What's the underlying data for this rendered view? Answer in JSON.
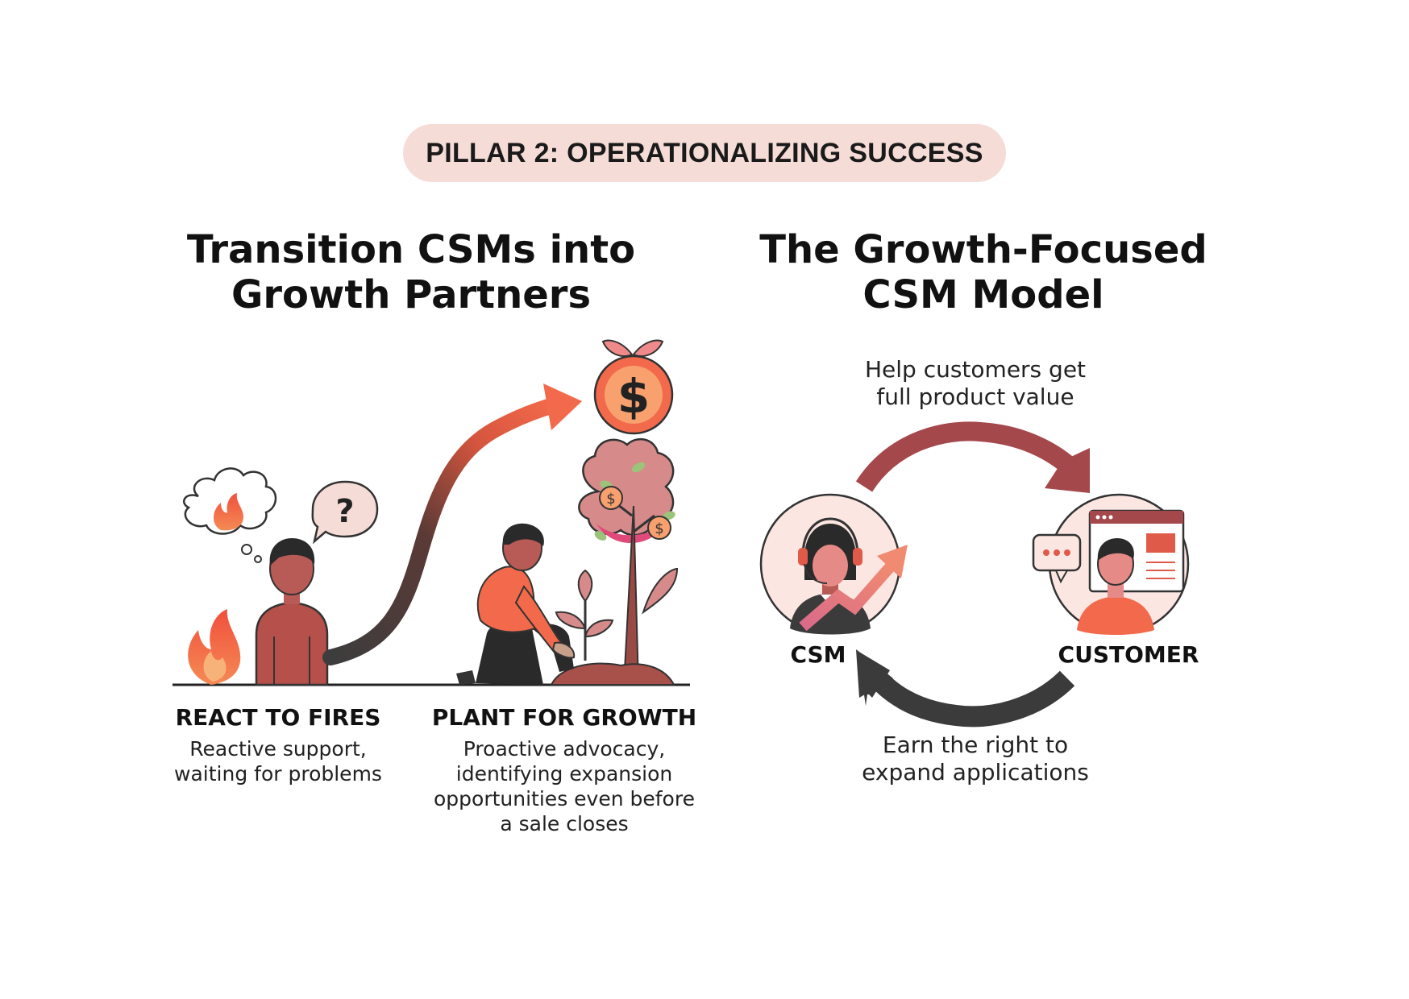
{
  "pillar_label": "PILLAR 2: OPERATIONALIZING SUCCESS",
  "left": {
    "heading_line1": "Transition CSMs into",
    "heading_line2": "Growth Partners",
    "react": {
      "title": "REACT TO FIRES",
      "desc_line1": "Reactive support,",
      "desc_line2": "waiting for problems"
    },
    "plant": {
      "title": "PLANT FOR GROWTH",
      "desc_line1": "Proactive advocacy,",
      "desc_line2": "identifying expansion",
      "desc_line3": "opportunities even before",
      "desc_line4": "a sale closes"
    },
    "question_mark": "?",
    "dollar_sign": "$"
  },
  "right": {
    "heading_line1": "The Growth-Focused",
    "heading_line2": "CSM Model",
    "top_caption_line1": "Help customers get",
    "top_caption_line2": "full product value",
    "csm_label": "CSM",
    "customer_label": "CUSTOMER",
    "bottom_caption_line1": "Earn the right to",
    "bottom_caption_line2": "expand applications"
  },
  "colors": {
    "pill_bg": "#f6dcd6",
    "accent_orange": "#f26a4b",
    "accent_red": "#a4484c",
    "dark_arrow": "#3b3b3b",
    "skin": "#b85a55",
    "shirt_rust": "#b5504b"
  }
}
